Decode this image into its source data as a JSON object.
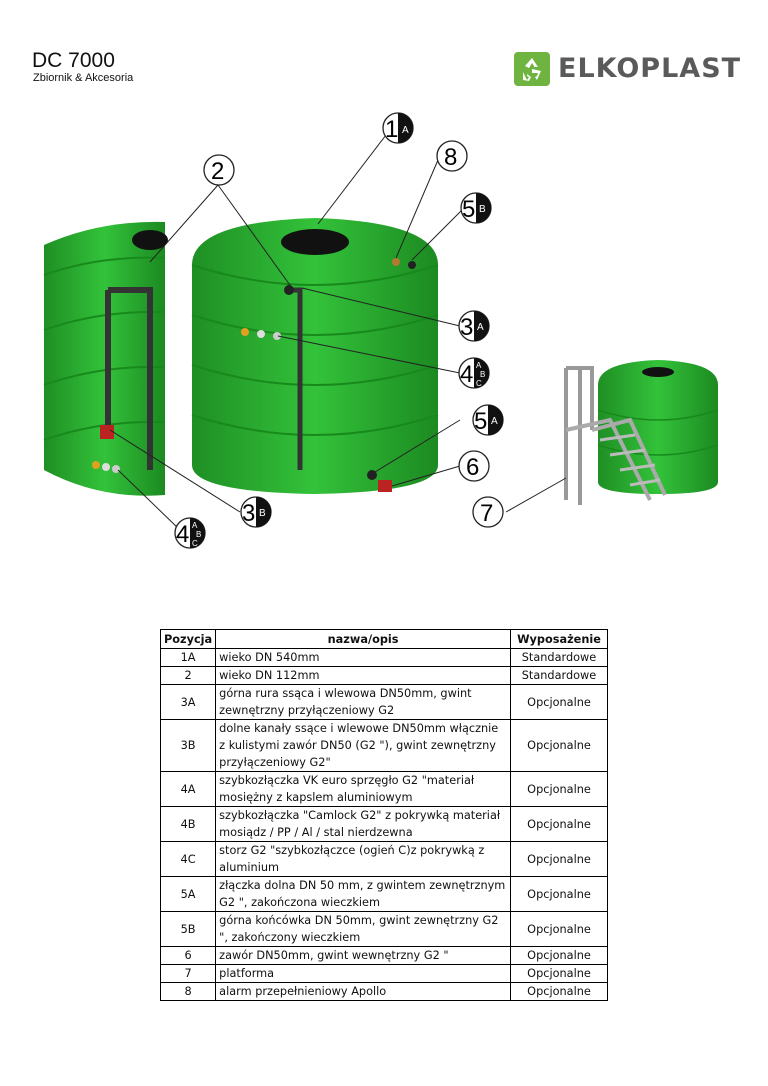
{
  "header": {
    "title": "DC 7000",
    "subtitle": "Zbiornik & Akcesoria"
  },
  "logo": {
    "text": "ELKOPLAST",
    "color": "#6fb440"
  },
  "diagram": {
    "tank_color": "#22a82a",
    "callouts": [
      {
        "num": "1",
        "sub": "A"
      },
      {
        "num": "2",
        "sub": ""
      },
      {
        "num": "8",
        "sub": ""
      },
      {
        "num": "5",
        "sub": "B"
      },
      {
        "num": "3",
        "sub": "A"
      },
      {
        "num": "4",
        "sub": "ABC"
      },
      {
        "num": "5",
        "sub": "A"
      },
      {
        "num": "6",
        "sub": ""
      },
      {
        "num": "3",
        "sub": "B"
      },
      {
        "num": "4",
        "sub": "ABC"
      },
      {
        "num": "7",
        "sub": ""
      }
    ]
  },
  "table": {
    "headers": [
      "Pozycja",
      "nazwa/opis",
      "Wyposażenie"
    ],
    "rows": [
      {
        "pos": "1A",
        "desc": "wieko DN 540mm",
        "opt": "Standardowe"
      },
      {
        "pos": "2",
        "desc": "wieko DN 112mm",
        "opt": "Standardowe"
      },
      {
        "pos": "3A",
        "desc": "górna rura ssąca i wlewowa DN50mm, gwint zewnętrzny przyłączeniowy G2",
        "opt": "Opcjonalne"
      },
      {
        "pos": "3B",
        "desc": "dolne kanały ssące i wlewowe DN50mm włącznie z kulistymi zawór DN50 (G2 \"), gwint zewnętrzny przyłączeniowy G2\"",
        "opt": "Opcjonalne"
      },
      {
        "pos": "4A",
        "desc": "szybkozłączka VK euro sprzęgło G2 \"materiał mosiężny z kapslem aluminiowym",
        "opt": "Opcjonalne"
      },
      {
        "pos": "4B",
        "desc": "szybkozłączka \"Camlock G2\" z pokrywką materiał mosiądz / PP / Al / stal nierdzewna",
        "opt": "Opcjonalne"
      },
      {
        "pos": "4C",
        "desc": " storz G2 \"szybkozłączce (ogień C)z pokrywką z aluminium",
        "opt": "Opcjonalne"
      },
      {
        "pos": "5A",
        "desc": "złączka dolna DN 50 mm, z gwintem zewnętrznym G2 \", zakończona wieczkiem",
        "opt": "Opcjonalne"
      },
      {
        "pos": "5B",
        "desc": "górna końcówka DN 50mm, gwint zewnętrzny G2 \", zakończony wieczkiem",
        "opt": "Opcjonalne"
      },
      {
        "pos": "6",
        "desc": "zawór DN50mm, gwint wewnętrzny G2 \"",
        "opt": "Opcjonalne"
      },
      {
        "pos": "7",
        "desc": "platforma",
        "opt": "Opcjonalne"
      },
      {
        "pos": "8",
        "desc": "alarm przepełnieniowy Apollo",
        "opt": "Opcjonalne"
      }
    ]
  }
}
